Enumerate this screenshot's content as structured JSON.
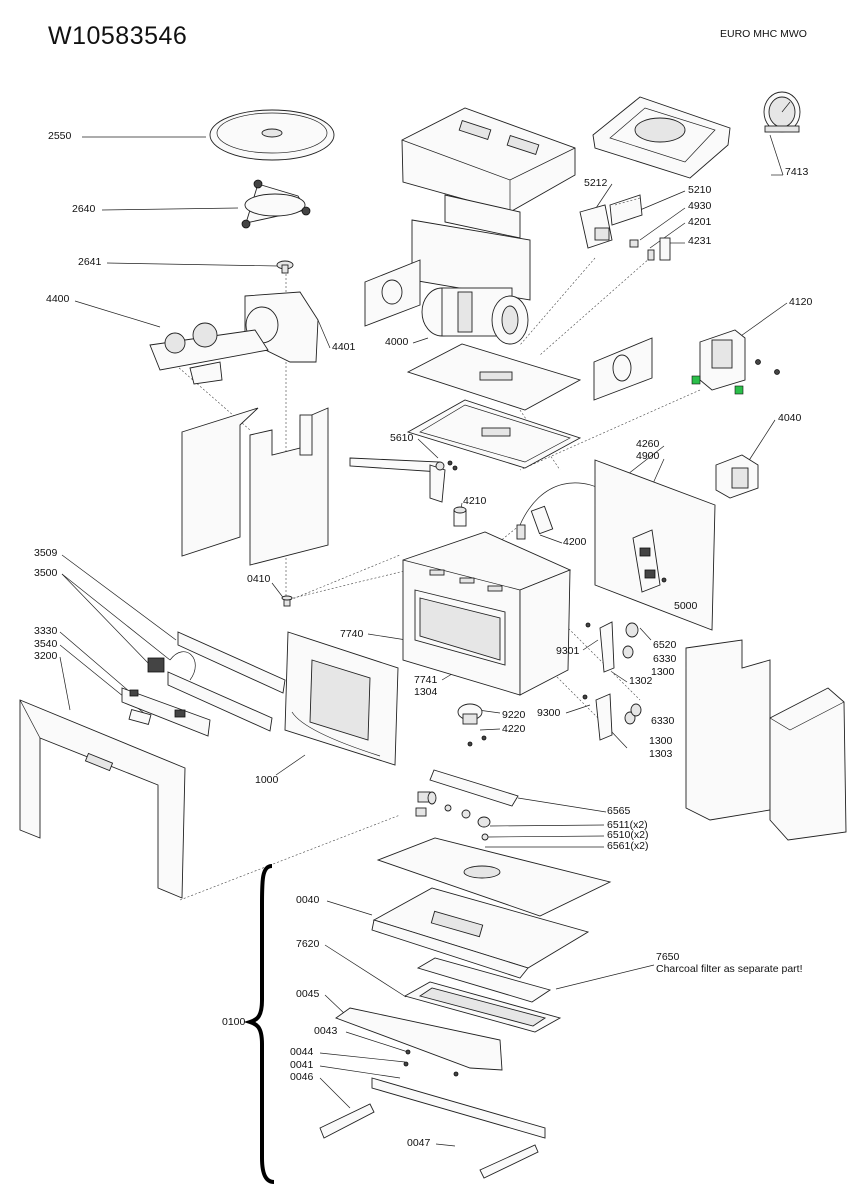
{
  "header": {
    "doc_number": "W10583546",
    "model": "EURO MHC MWO"
  },
  "note": {
    "code": "7650",
    "text": "Charcoal filter as separate part!"
  },
  "group_label": "0100",
  "parts": [
    "2550",
    "2640",
    "2641",
    "4400",
    "4401",
    "5212",
    "5210",
    "4930",
    "4201",
    "4231",
    "7413",
    "4000",
    "4120",
    "4040",
    "5610",
    "4260",
    "4900",
    "4210",
    "4200",
    "3509",
    "3500",
    "0410",
    "5000",
    "3330",
    "3540",
    "3200",
    "7740",
    "9301",
    "6520",
    "6330",
    "1300",
    "7741",
    "1304",
    "1302",
    "9220",
    "9300",
    "4220",
    "6330",
    "1300",
    "1303",
    "1000",
    "6565",
    "6511(x2)",
    "6510(x2)",
    "6561(x2)",
    "0040",
    "7620",
    "0045",
    "0043",
    "0044",
    "0041",
    "0046",
    "0047"
  ]
}
